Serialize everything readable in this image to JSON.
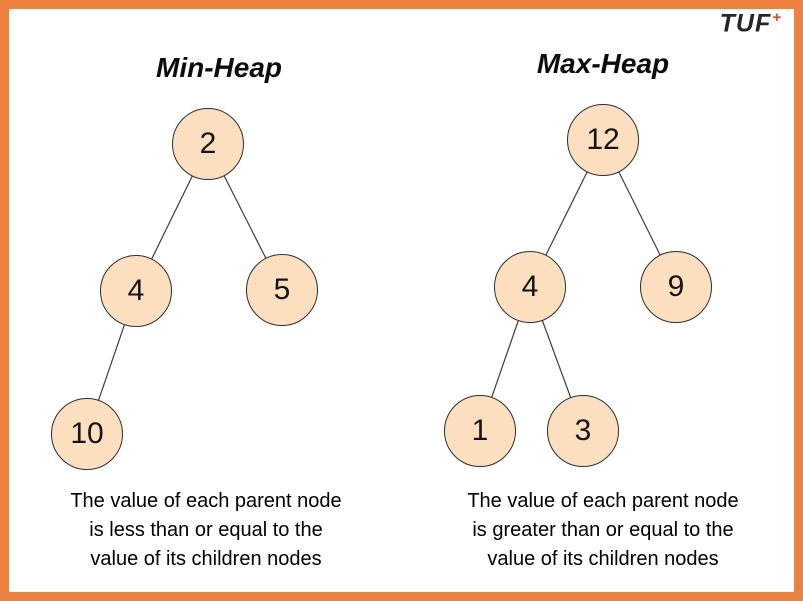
{
  "logo": {
    "text": "TUF",
    "plus": "+"
  },
  "min_heap": {
    "title": "Min-Heap",
    "nodes": [
      {
        "value": "2",
        "parent": null
      },
      {
        "value": "4",
        "parent": "2"
      },
      {
        "value": "5",
        "parent": "2"
      },
      {
        "value": "10",
        "parent": "4"
      }
    ],
    "caption_lines": [
      "The value of each parent node",
      "is less than or equal to the",
      "value of its children nodes"
    ]
  },
  "max_heap": {
    "title": "Max-Heap",
    "nodes": [
      {
        "value": "12",
        "parent": null
      },
      {
        "value": "4",
        "parent": "12"
      },
      {
        "value": "9",
        "parent": "12"
      },
      {
        "value": "1",
        "parent": "4"
      },
      {
        "value": "3",
        "parent": "4"
      }
    ],
    "caption_lines": [
      "The value of each parent node",
      "is greater than or equal to the",
      "value of its children nodes"
    ]
  },
  "colors": {
    "frame_border": "#ED8140",
    "node_fill": "#FBDFBE",
    "node_border": "#2F2F2F",
    "edge_line": "#3D3D3D",
    "logo_text": "#262626",
    "logo_plus": "#EE3B33",
    "text": "#000000"
  }
}
